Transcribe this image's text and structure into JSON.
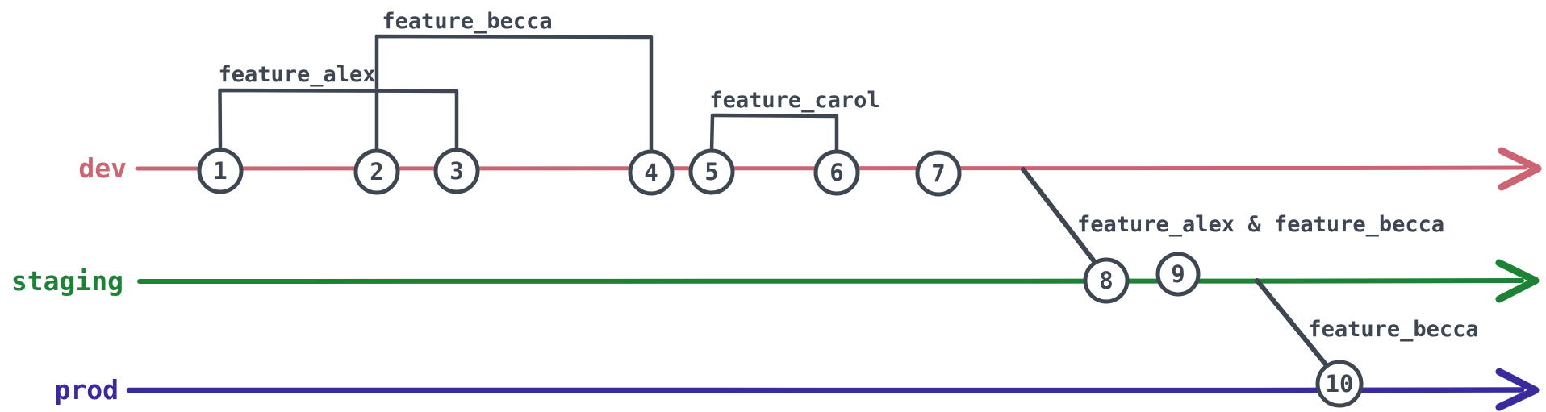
{
  "figure": {
    "background_color": "#ffffff",
    "stroke_color": "#3d4651",
    "branches": [
      {
        "name": "dev",
        "color": "#cd6474"
      },
      {
        "name": "staging",
        "color": "#1d8236"
      },
      {
        "name": "prod",
        "color": "#3a2b9d"
      }
    ],
    "commits": [
      {
        "id": "1",
        "branch": "dev"
      },
      {
        "id": "2",
        "branch": "dev"
      },
      {
        "id": "3",
        "branch": "dev"
      },
      {
        "id": "4",
        "branch": "dev"
      },
      {
        "id": "5",
        "branch": "dev"
      },
      {
        "id": "6",
        "branch": "dev"
      },
      {
        "id": "7",
        "branch": "dev"
      },
      {
        "id": "8",
        "branch": "staging"
      },
      {
        "id": "9",
        "branch": "staging"
      },
      {
        "id": "10",
        "branch": "prod"
      }
    ],
    "feature_spans": [
      {
        "label": "feature_alex",
        "from_commit": "1",
        "to_commit": "3"
      },
      {
        "label": "feature_becca",
        "from_commit": "2",
        "to_commit": "4"
      },
      {
        "label": "feature_carol",
        "from_commit": "5",
        "to_commit": "6"
      }
    ],
    "merges": [
      {
        "label": "feature_alex & feature_becca",
        "from_branch": "dev",
        "to_branch": "staging",
        "at_commit": "8"
      },
      {
        "label": "feature_becca",
        "from_branch": "staging",
        "to_branch": "prod",
        "at_commit": "10"
      }
    ]
  }
}
